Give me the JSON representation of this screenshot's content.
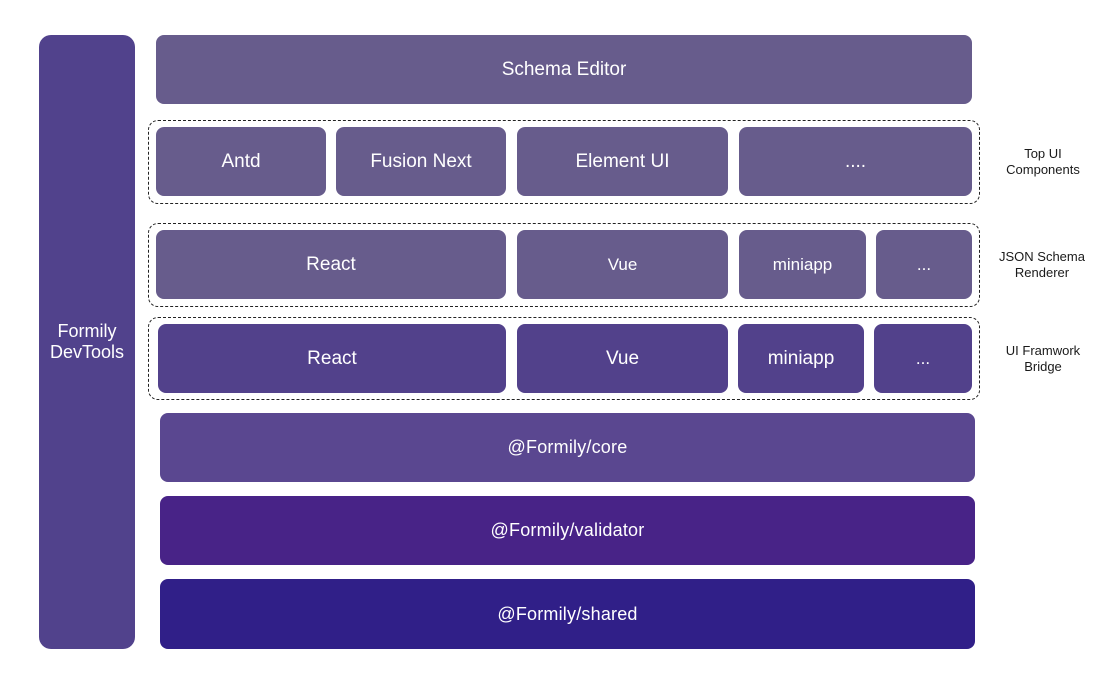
{
  "devtools": {
    "line1": "Formily",
    "line2": "DevTools"
  },
  "schema_editor": {
    "label": "Schema Editor"
  },
  "top_ui": {
    "items": [
      "Antd",
      "Fusion Next",
      "Element UI",
      "...."
    ],
    "side_label": {
      "line1": "Top UI",
      "line2": "Components"
    }
  },
  "json_renderer": {
    "items": [
      "React",
      "Vue",
      "miniapp",
      "..."
    ],
    "side_label": {
      "line1": "JSON Schema",
      "line2": "Renderer"
    }
  },
  "framework_bridge": {
    "items": [
      "React",
      "Vue",
      "miniapp",
      "..."
    ],
    "side_label": {
      "line1": "UI Framwork",
      "line2": "Bridge"
    }
  },
  "core": {
    "label": "@Formily/core"
  },
  "validator": {
    "label": "@Formily/validator"
  },
  "shared": {
    "label": "@Formily/shared"
  },
  "colors": {
    "light_purple": "#675c8c",
    "mid_purple": "#52418b",
    "core": "#5a4790",
    "validator": "#482387",
    "shared": "#301f88"
  }
}
